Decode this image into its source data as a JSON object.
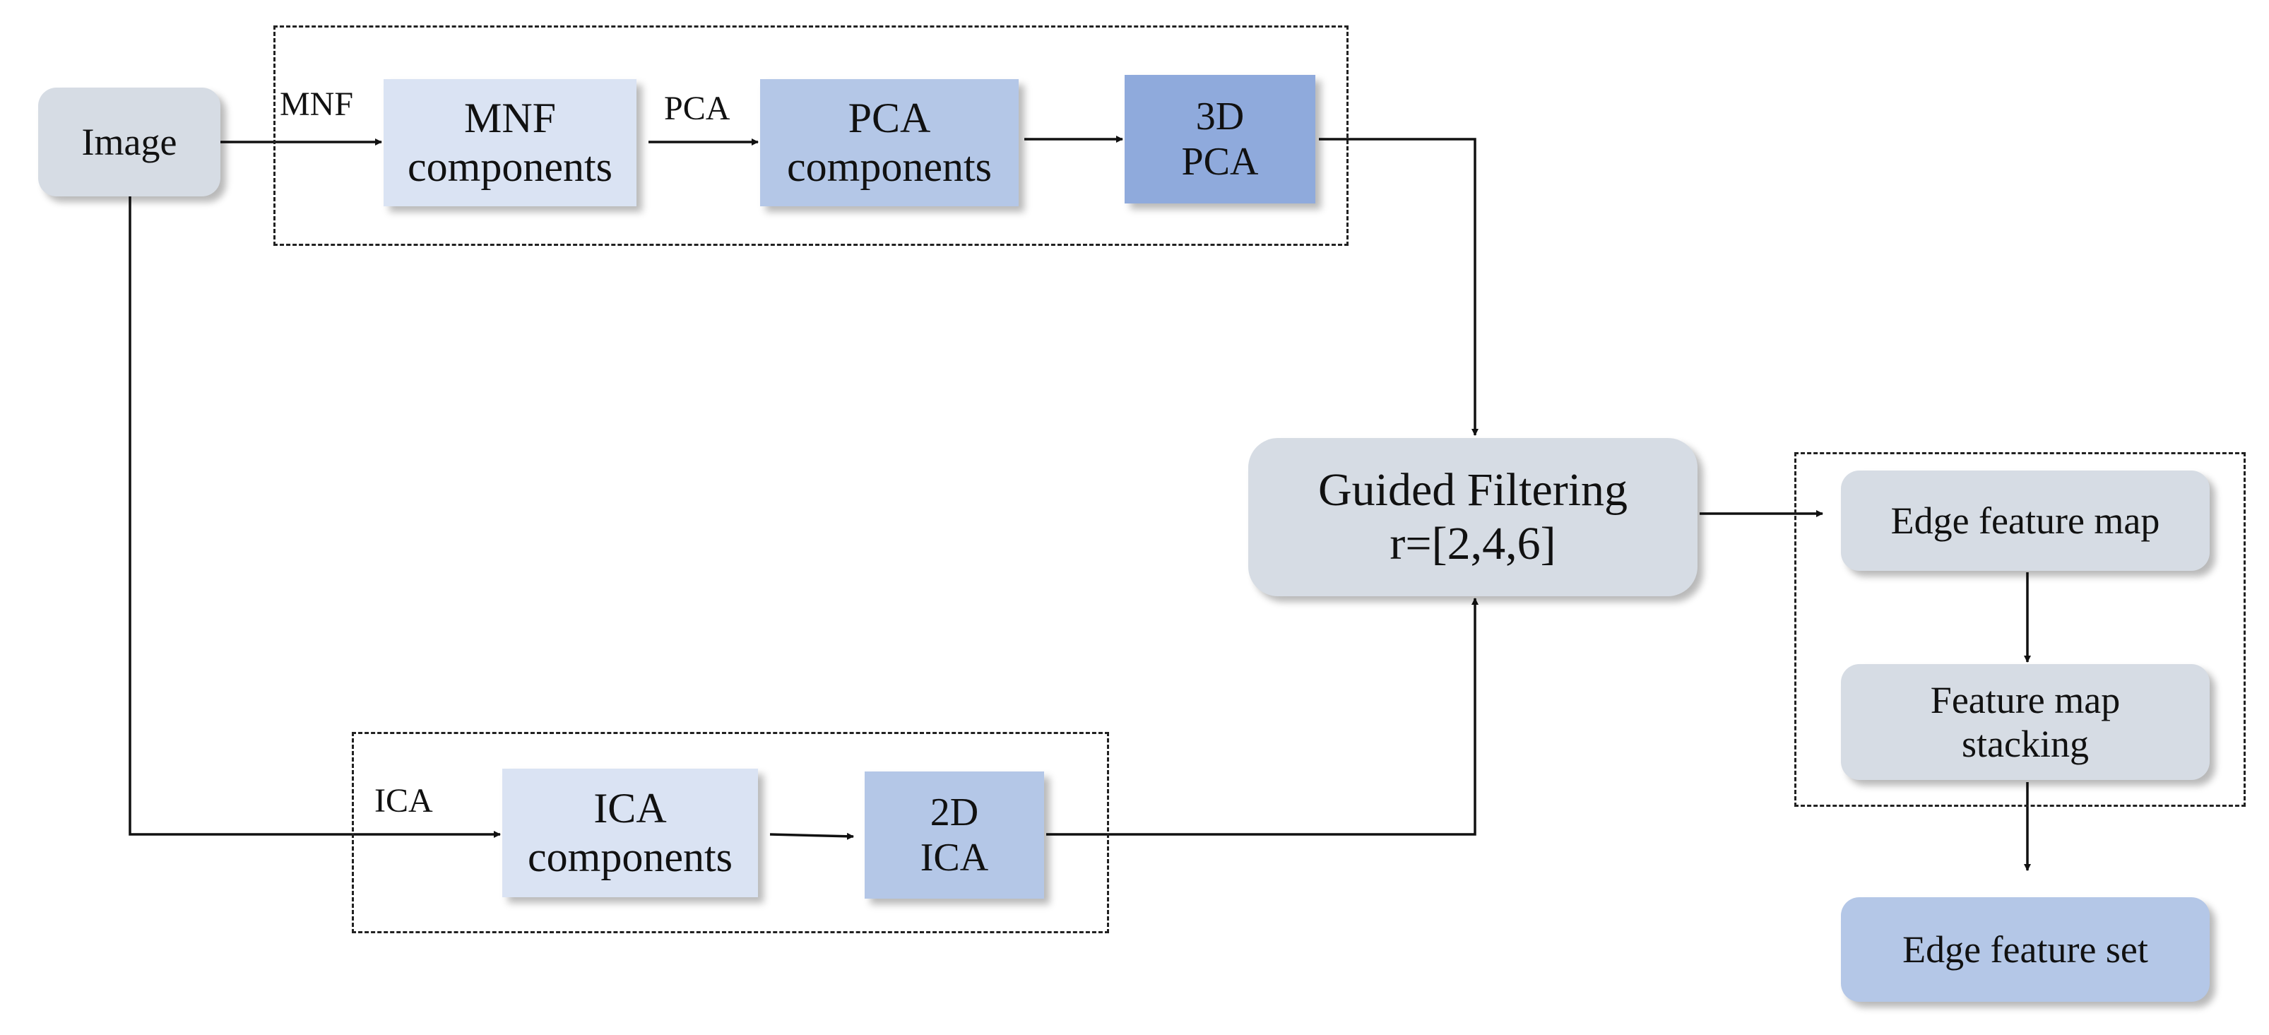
{
  "nodes": {
    "image": "Image",
    "mnf_components": [
      "MNF",
      "components"
    ],
    "pca_components": [
      "PCA",
      "components"
    ],
    "pca_3d": [
      "3D",
      "PCA"
    ],
    "guided_filtering": [
      "Guided Filtering",
      "r=[2,4,6]"
    ],
    "edge_feature_map": "Edge feature map",
    "feature_map_stacking": [
      "Feature map",
      "stacking"
    ],
    "edge_feature_set": "Edge feature set",
    "ica_components": [
      "ICA",
      "components"
    ],
    "ica_2d": [
      "2D",
      "ICA"
    ]
  },
  "edge_labels": {
    "mnf": "MNF",
    "pca": "PCA",
    "ica": "ICA"
  }
}
